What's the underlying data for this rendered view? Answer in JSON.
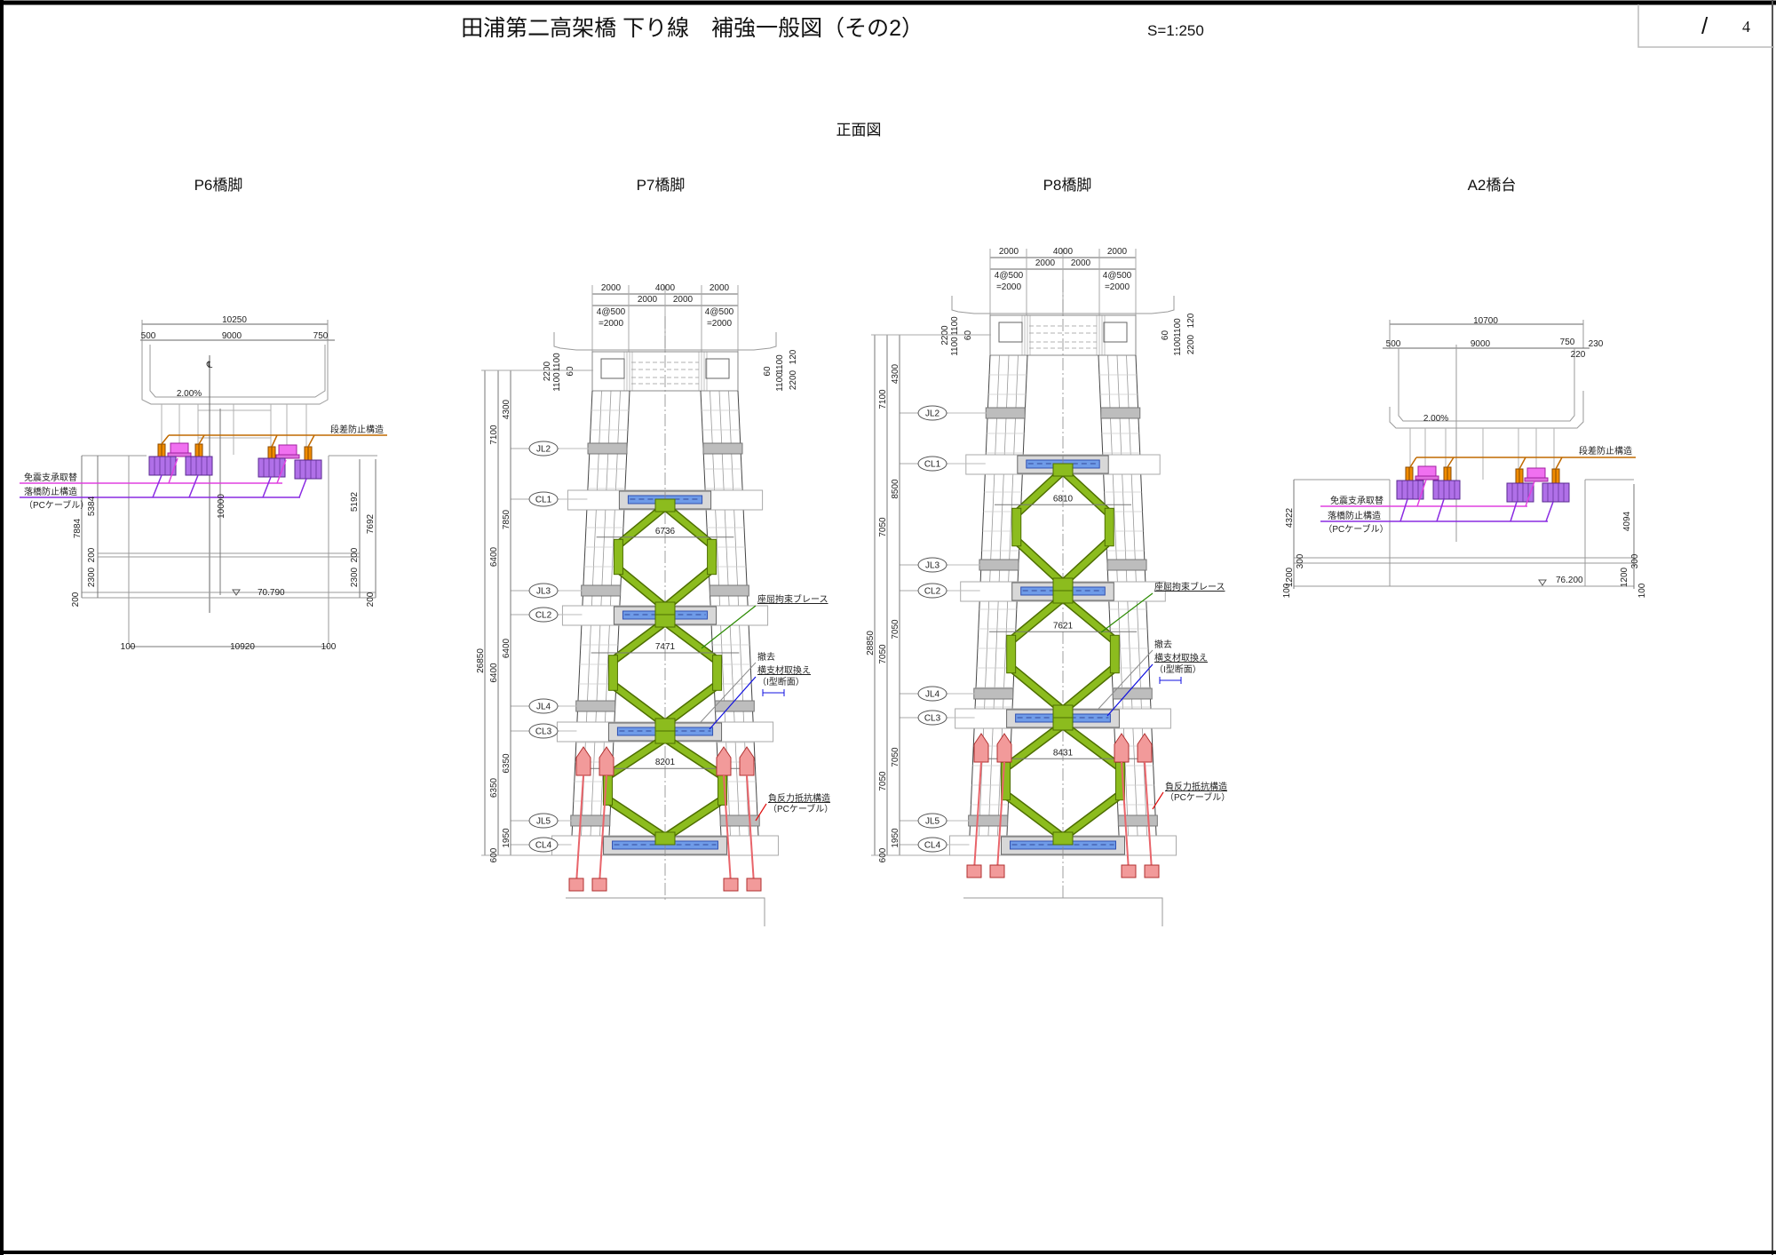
{
  "header": {
    "title": "田浦第二高架橋 下り線　補強一般図（その2）",
    "scale": "S=1:250",
    "page_separator": "/",
    "page_number": "4"
  },
  "view_title": "正面図",
  "colors": {
    "brace": "#8cbc1e",
    "cross_beam": "#6f9be8",
    "negative_reaction": "#e8646a",
    "step_prevention": "#c06a00",
    "bearing": "#e040e0",
    "fall_prevention": "#8a2be2",
    "removed": "#8c8c8c"
  },
  "p6": {
    "title": "P6橋脚",
    "centerline_mark": "℄",
    "dims": [
      "10250",
      "500",
      "9000",
      "750",
      "2.00%",
      "10000",
      "7884",
      "5384",
      "200",
      "2300",
      "200",
      "5192",
      "7692",
      "200",
      "2300",
      "200",
      "70.790",
      "100",
      "10920",
      "100"
    ],
    "labels": {
      "step_prevention": "段差防止構造",
      "bearing_replacement": "免震支承取替",
      "fall_prevention": "落橋防止構造",
      "pc_cable": "（PCケーブル）"
    }
  },
  "p7": {
    "title": "P7橋脚",
    "top_dims": [
      "2000",
      "4000",
      "2000",
      "2000",
      "2000",
      "4@500",
      "=2000",
      "4@500",
      "=2000"
    ],
    "cap_dims_left": [
      "2200",
      "1100",
      "1100",
      "60"
    ],
    "cap_dims_right": [
      "60",
      "1100",
      "1100",
      "2200",
      "120"
    ],
    "total_height": "26850",
    "height_dims_a": [
      "7100",
      "6400",
      "6400",
      "6350",
      "600"
    ],
    "height_dims_b": [
      "4300",
      "7850",
      "6400",
      "6350",
      "1950"
    ],
    "levels": [
      "JL2",
      "CL1",
      "JL3",
      "CL2",
      "JL4",
      "CL3",
      "JL5",
      "CL4"
    ],
    "brace_widths": [
      "6736",
      "7471",
      "8201"
    ],
    "callouts": {
      "buckling_brace": "座屈拘束ブレース",
      "removed": "撤去",
      "cross_beam": "横支材取換え",
      "i_section": "（I型断面）",
      "negative_reaction": "負反力抵抗構造",
      "pc_cable": "（PCケーブル）"
    }
  },
  "p8": {
    "title": "P8橋脚",
    "top_dims": [
      "2000",
      "4000",
      "2000",
      "2000",
      "2000",
      "4@500",
      "=2000",
      "4@500",
      "=2000"
    ],
    "cap_dims_left": [
      "2200",
      "1100",
      "1100",
      "60"
    ],
    "cap_dims_right": [
      "60",
      "1100",
      "1100",
      "2200",
      "120"
    ],
    "total_height": "28850",
    "height_dims_a": [
      "7100",
      "7050",
      "7050",
      "7050",
      "600"
    ],
    "height_dims_b": [
      "4300",
      "8500",
      "7050",
      "7050",
      "1950"
    ],
    "levels": [
      "JL2",
      "CL1",
      "JL3",
      "CL2",
      "JL4",
      "CL3",
      "JL5",
      "CL4"
    ],
    "brace_widths": [
      "6810",
      "7621",
      "8431"
    ],
    "callouts": {
      "buckling_brace": "座屈拘束ブレース",
      "removed": "撤去",
      "cross_beam": "横支材取換え",
      "i_section": "（I型断面）",
      "negative_reaction": "負反力抵抗構造",
      "pc_cable": "（PCケーブル）"
    }
  },
  "a2": {
    "title": "A2橋台",
    "dims": [
      "10700",
      "500",
      "9000",
      "750",
      "230",
      "220",
      "2.00%",
      "4322",
      "300",
      "1200",
      "100",
      "4094",
      "300",
      "1200",
      "100",
      "76.200"
    ],
    "labels": {
      "step_prevention": "段差防止構造",
      "bearing_replacement": "免震支承取替",
      "fall_prevention": "落橋防止構造",
      "pc_cable": "（PCケーブル）"
    }
  }
}
